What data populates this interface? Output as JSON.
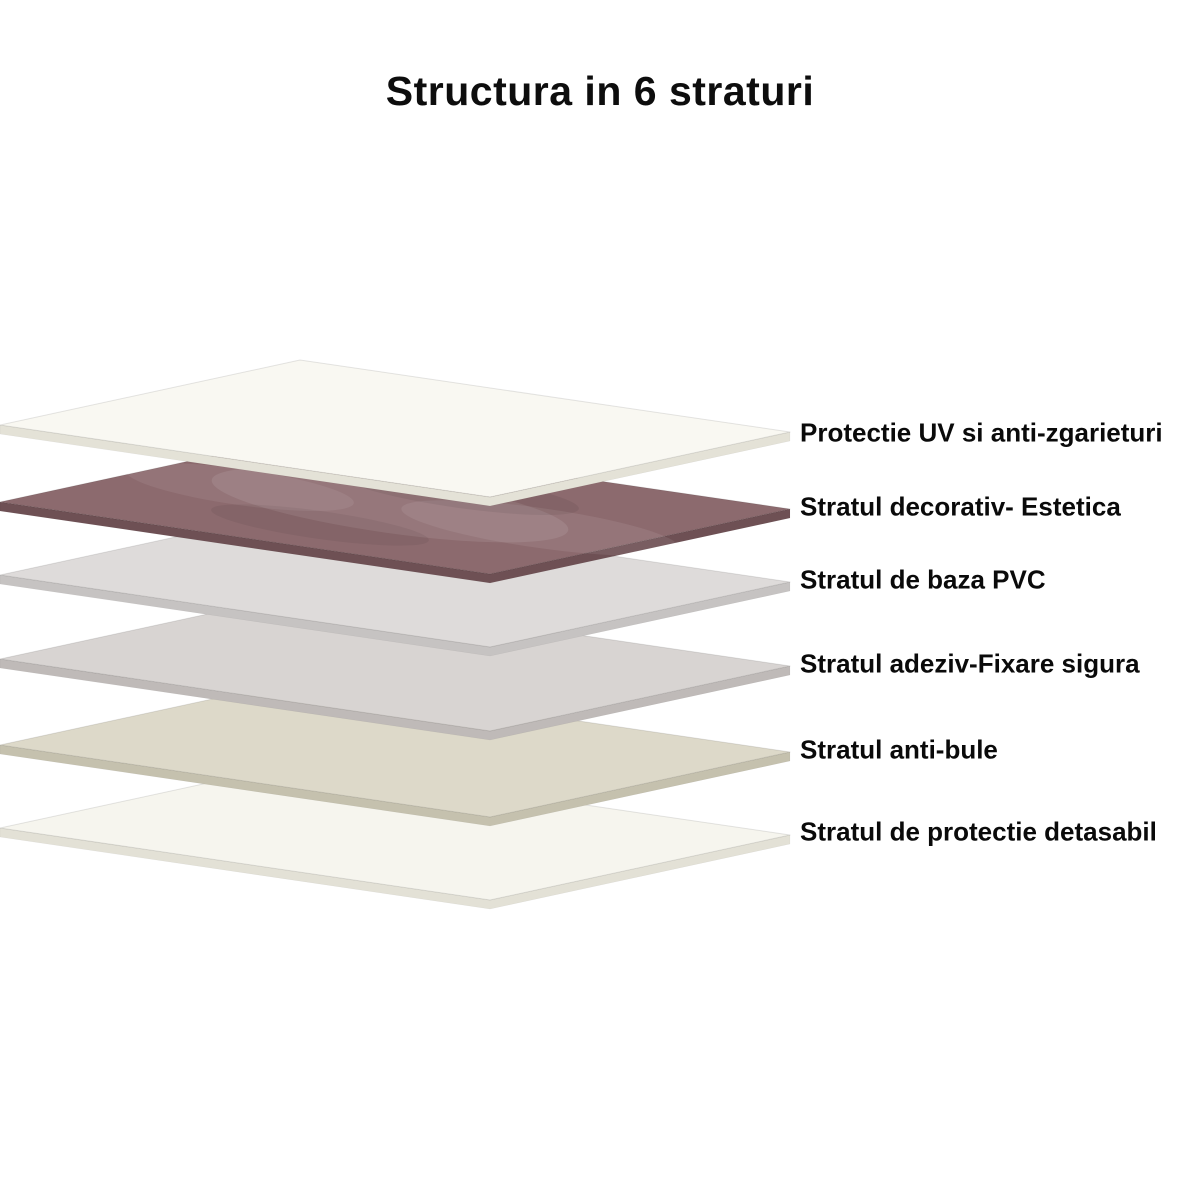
{
  "title": "Structura in 6 straturi",
  "layers": [
    {
      "label": "Protectie UV si anti-zgarieturi",
      "color": "#f9f8f2",
      "edge": "#e4e2d7"
    },
    {
      "label": "Stratul decorativ- Estetica",
      "color": "#8c6a6e",
      "edge": "#6e5054"
    },
    {
      "label": "Stratul de baza PVC",
      "color": "#dedbda",
      "edge": "#c6c3c2"
    },
    {
      "label": "Stratul adeziv-Fixare sigura",
      "color": "#d8d4d2",
      "edge": "#bfbab8"
    },
    {
      "label": "Stratul anti-bule",
      "color": "#ddd9c9",
      "edge": "#c5c1ae"
    },
    {
      "label": "Stratul de protectie detasabil",
      "color": "#f6f5ee",
      "edge": "#e3e1d6"
    }
  ]
}
